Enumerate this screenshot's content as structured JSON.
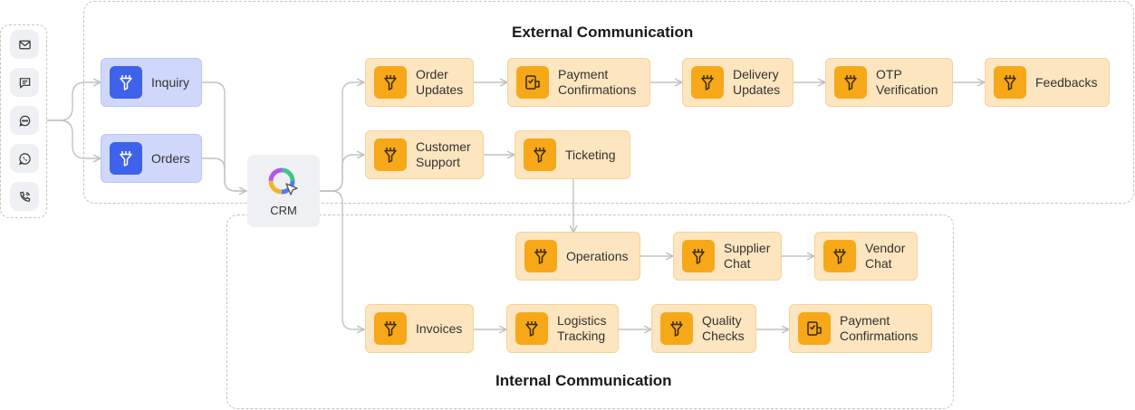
{
  "external": {
    "title": "External Communication"
  },
  "internal": {
    "title": "Internal Communication"
  },
  "channels": [
    {
      "icon": "mail-icon"
    },
    {
      "icon": "sms-icon"
    },
    {
      "icon": "chat-bubble-icon"
    },
    {
      "icon": "whatsapp-icon"
    },
    {
      "icon": "phone-call-icon"
    }
  ],
  "sources": [
    {
      "label": "Inquiry",
      "icon": "funnel-icon"
    },
    {
      "label": "Orders",
      "icon": "funnel-icon"
    }
  ],
  "crm": {
    "label": "CRM",
    "icon": "crm-logo-icon"
  },
  "external_row1": [
    {
      "label": "Order\nUpdates",
      "icon": "funnel-icon"
    },
    {
      "label": "Payment\nConfirmations",
      "icon": "payment-icon"
    },
    {
      "label": "Delivery\nUpdates",
      "icon": "funnel-icon"
    },
    {
      "label": "OTP\nVerification",
      "icon": "funnel-icon"
    },
    {
      "label": "Feedbacks",
      "icon": "funnel-icon"
    }
  ],
  "external_row2": [
    {
      "label": "Customer\nSupport",
      "icon": "funnel-icon"
    },
    {
      "label": "Ticketing",
      "icon": "funnel-icon"
    }
  ],
  "internal_row1": [
    {
      "label": "Operations",
      "icon": "funnel-icon"
    },
    {
      "label": "Supplier\nChat",
      "icon": "funnel-icon"
    },
    {
      "label": "Vendor\nChat",
      "icon": "funnel-icon"
    }
  ],
  "internal_row2": [
    {
      "label": "Invoices",
      "icon": "funnel-icon"
    },
    {
      "label": "Logistics\nTracking",
      "icon": "funnel-icon"
    },
    {
      "label": "Quality\nChecks",
      "icon": "funnel-icon"
    },
    {
      "label": "Payment\nConfirmations",
      "icon": "payment-icon"
    }
  ],
  "colors": {
    "source_fill": "#cfd8fb",
    "source_icon": "#3f62ea",
    "step_fill": "#fde5bf",
    "step_icon": "#f6a818",
    "connector": "#c2c2c2"
  }
}
